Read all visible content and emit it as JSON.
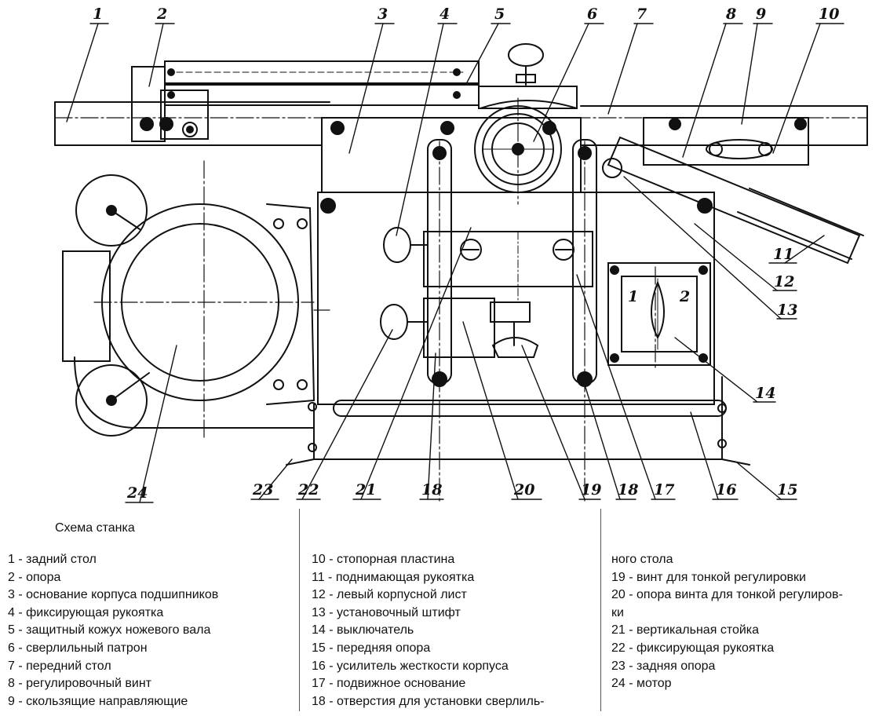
{
  "caption": "Схема станка",
  "callouts": [
    "1",
    "2",
    "3",
    "4",
    "5",
    "6",
    "7",
    "8",
    "9",
    "10",
    "11",
    "12",
    "13",
    "14",
    "15",
    "16",
    "17",
    "18",
    "19",
    "20",
    "21",
    "22",
    "23",
    "24"
  ],
  "legend": {
    "col1": [
      "1 - задний стол",
      "2 - опора",
      "3 - основание корпуса подшипников",
      "4 - фиксирующая рукоятка",
      "5 - защитный кожух ножевого вала",
      "6 - сверлильный патрон",
      "7 - передний стол",
      "8 - регулировочный винт",
      "9 - скользящие направляющие"
    ],
    "col2": [
      "10 - стопорная пластина",
      "11 - поднимающая рукоятка",
      "12 - левый корпусной лист",
      "13 - установочный штифт",
      "14 - выключатель",
      "15 - передняя опора",
      "16 - усилитель жесткости корпуса",
      "17 - подвижное основание",
      "18 - отверстия для установки сверлиль-"
    ],
    "col3": [
      "ного стола",
      "19 - винт для тонкой регулировки",
      "20 - опора винта для тонкой регулиров-",
      "ки",
      "21 - вертикальная стойка",
      "22 - фиксирующая рукоятка",
      "23 - задняя опора",
      "24 - мотор"
    ]
  },
  "switch_labels": [
    "1",
    "2"
  ]
}
